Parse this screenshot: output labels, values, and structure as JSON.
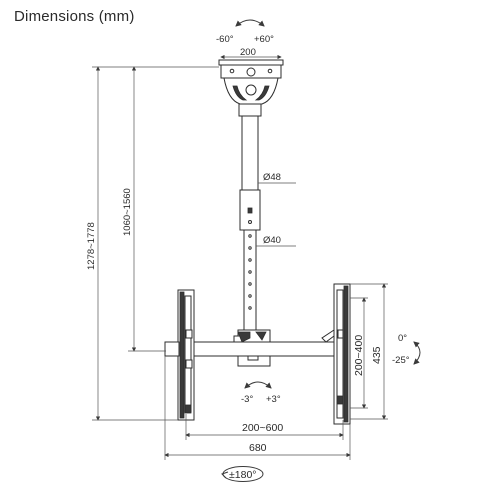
{
  "title": "Dimensions (mm)",
  "labels": {
    "swivel_left": "-60°",
    "swivel_right": "+60°",
    "top_width": "200",
    "total_height": "1278~1778",
    "pole_height": "1060~1560",
    "upper_tube_diameter": "Ø48",
    "lower_tube_diameter": "Ø40",
    "tilt_up": "0°",
    "tilt_down": "-25°",
    "vesa_vertical": "200~400",
    "plate_height": "435",
    "level_left": "-3°",
    "level_right": "+3°",
    "vesa_horizontal": "200~600",
    "overall_width": "680",
    "rotation": "±180°"
  }
}
